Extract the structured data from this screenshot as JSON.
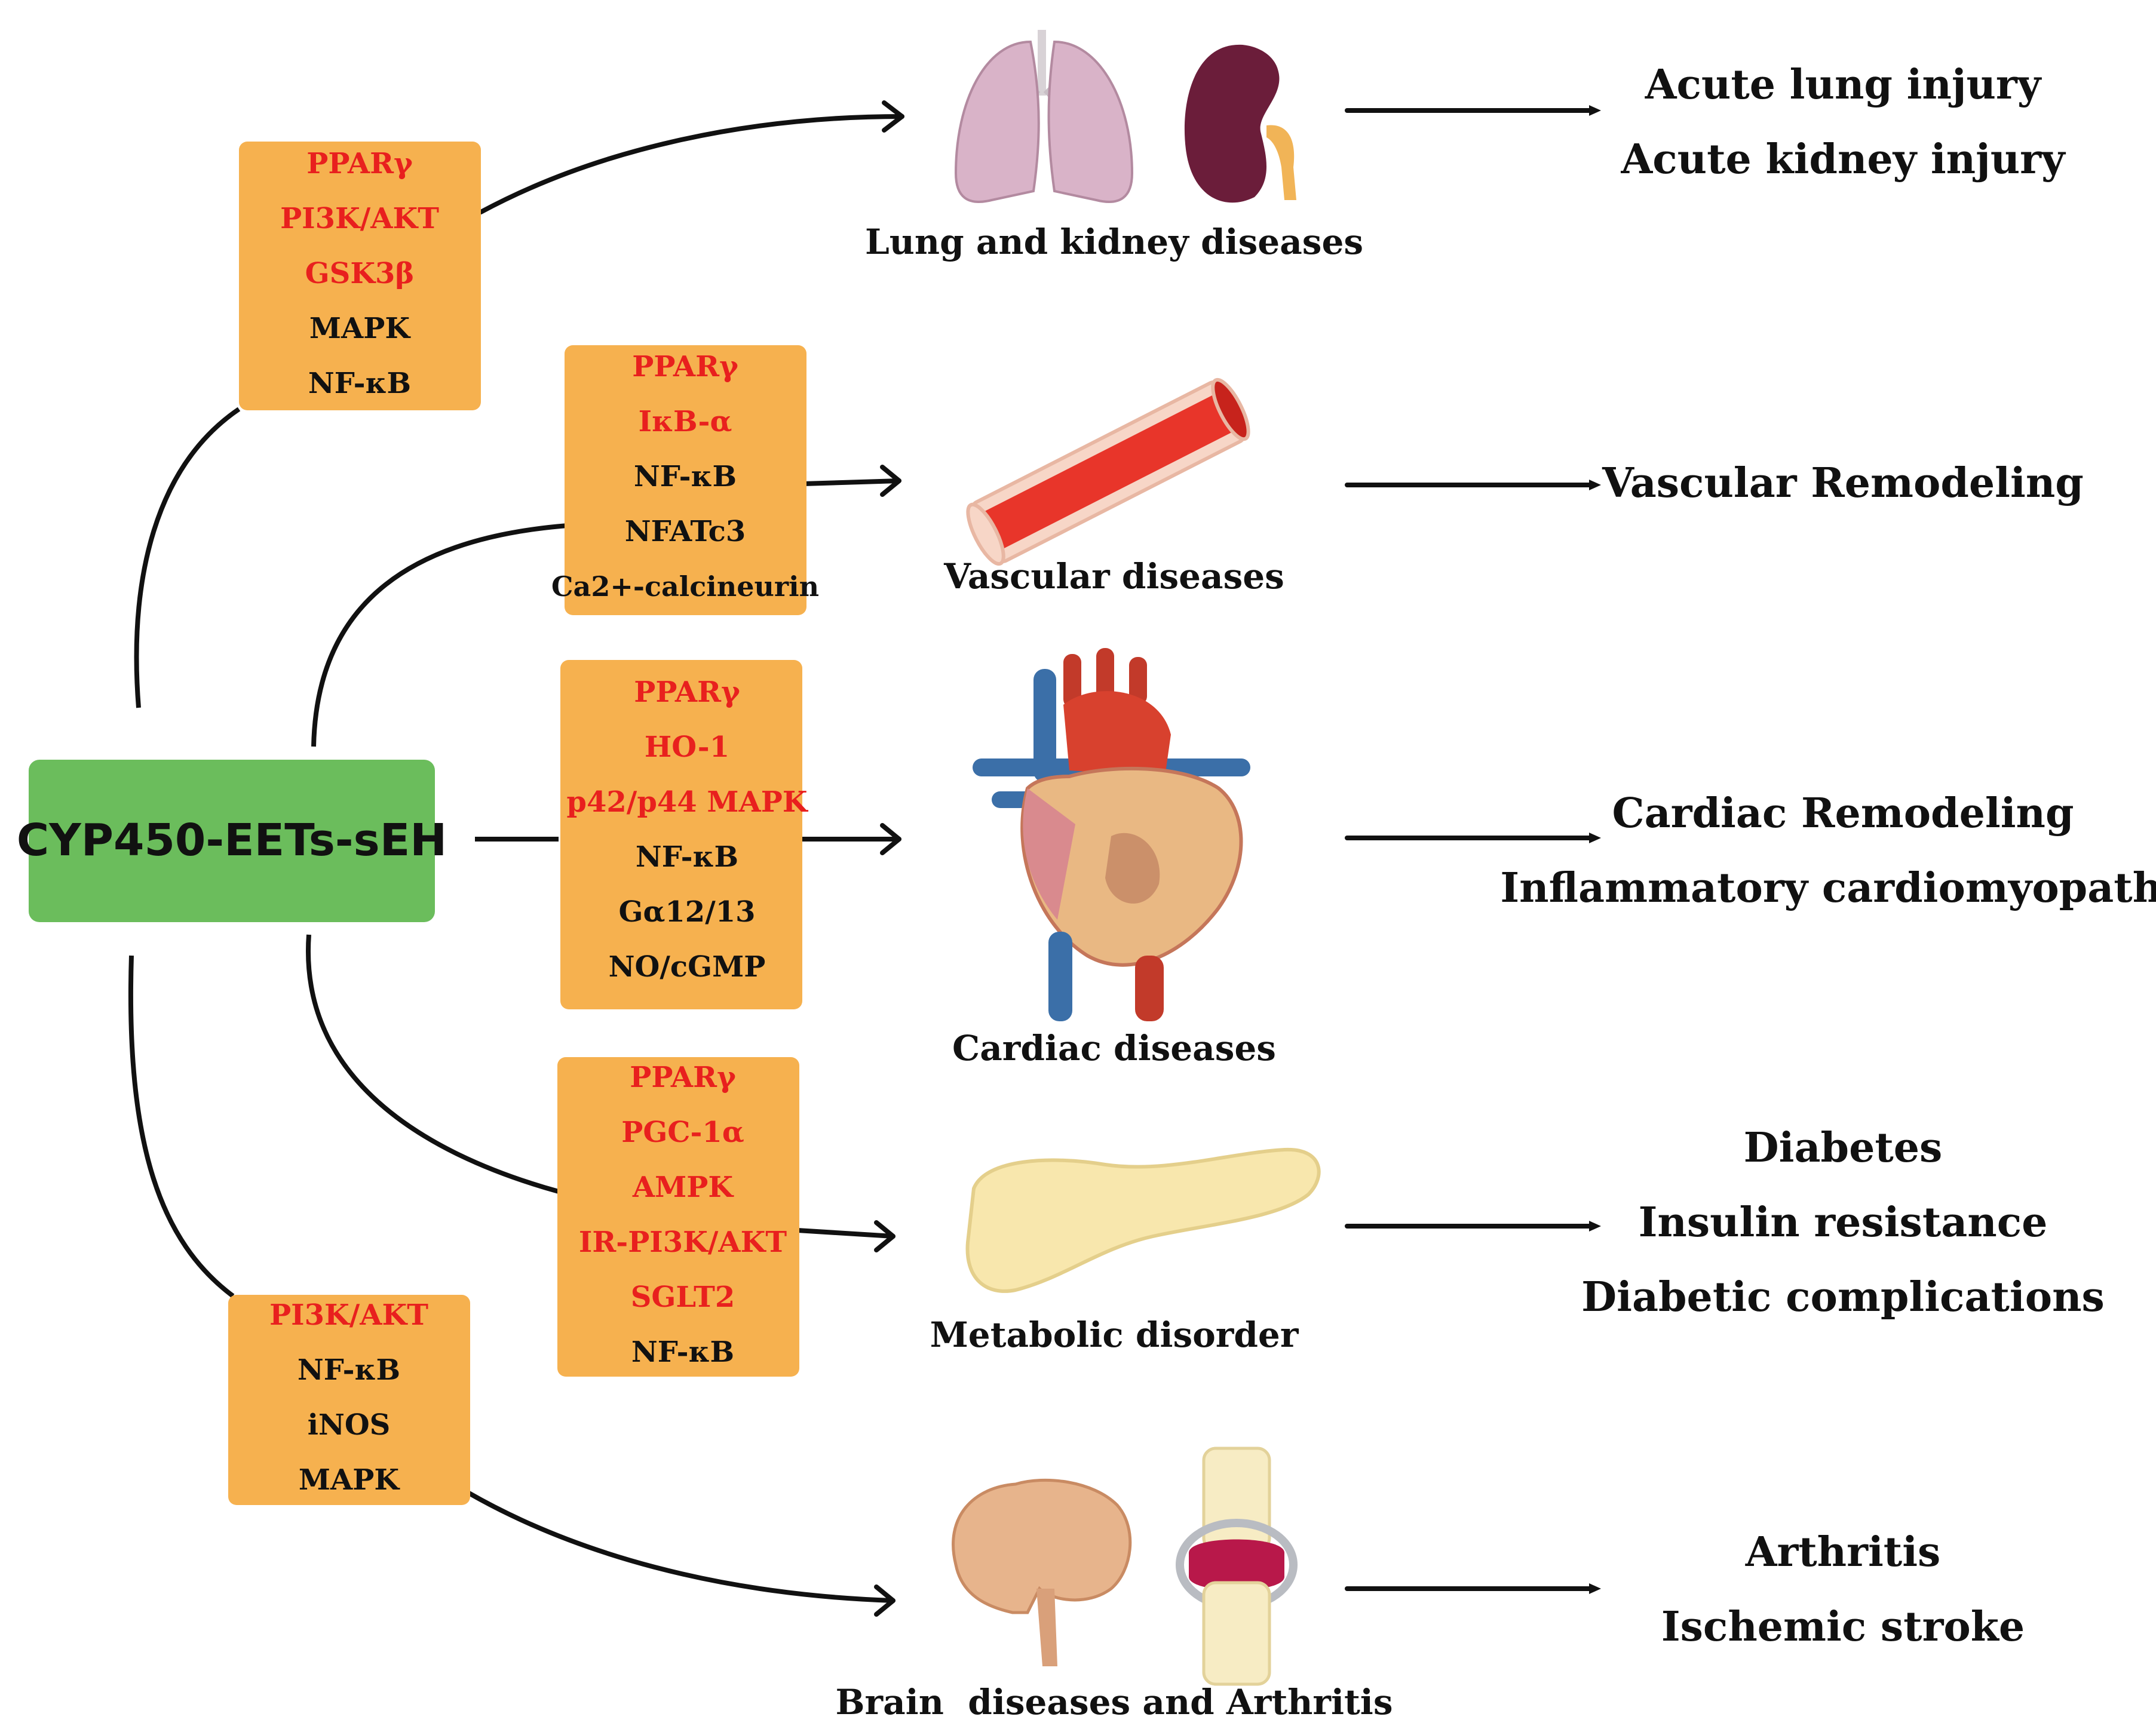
{
  "colors": {
    "center_box": "#6bbd5c",
    "pathway_box": "#f6b14f",
    "pathway_red": "#e8201e",
    "pathway_black": "#111111",
    "line": "#111111"
  },
  "center": {
    "label": "CYP450-EETs-sEH"
  },
  "pathway_boxes": [
    {
      "id": "lung",
      "items": [
        {
          "text": "PPARγ",
          "color": "red"
        },
        {
          "text": "PI3K/AKT",
          "color": "red"
        },
        {
          "text": "GSK3β",
          "color": "red"
        },
        {
          "text": "MAPK",
          "color": "black"
        },
        {
          "text": "NF-κB",
          "color": "black"
        }
      ]
    },
    {
      "id": "vascular",
      "items": [
        {
          "text": "PPARγ",
          "color": "red"
        },
        {
          "text": "IκB-α",
          "color": "red"
        },
        {
          "text": "NF-κB",
          "color": "black"
        },
        {
          "text": "NFATc3",
          "color": "black"
        },
        {
          "text": "Ca2+-calcineurin",
          "color": "black"
        }
      ]
    },
    {
      "id": "cardiac",
      "items": [
        {
          "text": "PPARγ",
          "color": "red"
        },
        {
          "text": "HO-1",
          "color": "red"
        },
        {
          "text": "p42/p44 MAPK",
          "color": "red"
        },
        {
          "text": "NF-κB",
          "color": "black"
        },
        {
          "text": "Gα12/13",
          "color": "black"
        },
        {
          "text": "NO/cGMP",
          "color": "black"
        }
      ]
    },
    {
      "id": "metabolic",
      "items": [
        {
          "text": "PPARγ",
          "color": "red"
        },
        {
          "text": "PGC-1α",
          "color": "red"
        },
        {
          "text": "AMPK",
          "color": "red"
        },
        {
          "text": "IR-PI3K/AKT",
          "color": "red"
        },
        {
          "text": "SGLT2",
          "color": "red"
        },
        {
          "text": "NF-κB",
          "color": "black"
        }
      ]
    },
    {
      "id": "brain",
      "items": [
        {
          "text": "PI3K/AKT",
          "color": "red"
        },
        {
          "text": "NF-κB",
          "color": "black"
        },
        {
          "text": "iNOS",
          "color": "black"
        },
        {
          "text": "MAPK",
          "color": "black"
        }
      ]
    }
  ],
  "diseases": {
    "lung": "Lung and kidney diseases",
    "vascular": "Vascular diseases",
    "cardiac": "Cardiac diseases",
    "metabolic": "Metabolic disorder",
    "brain": "Brain  diseases and Arthritis"
  },
  "outcomes": {
    "lung": [
      "Acute lung injury",
      "Acute kidney injury"
    ],
    "vascular": [
      "Vascular Remodeling"
    ],
    "cardiac": [
      "Cardiac Remodeling",
      "Inflammatory cardiomyopathy"
    ],
    "metabolic": [
      "Diabetes",
      "Insulin resistance",
      "Diabetic complications"
    ],
    "brain": [
      "Arthritis",
      "Ischemic stroke"
    ]
  },
  "icons": [
    "lungs-icon",
    "kidney-icon",
    "blood-vessel-icon",
    "heart-icon",
    "pancreas-icon",
    "brain-icon",
    "knee-joint-icon"
  ]
}
